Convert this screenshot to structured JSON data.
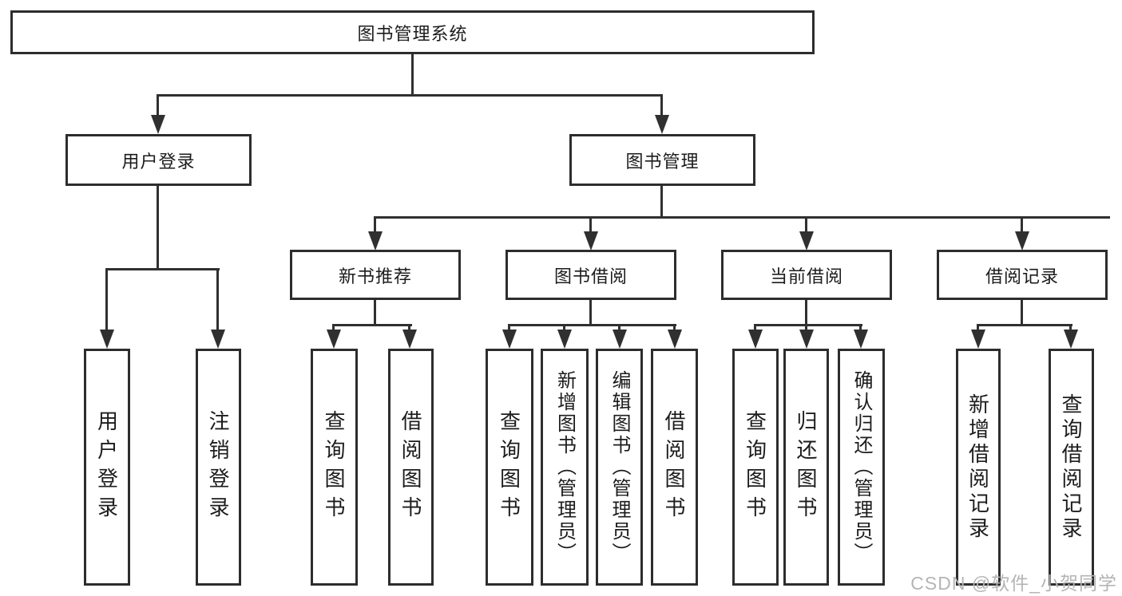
{
  "watermark": "CSDN @软件_小贺同学",
  "colors": {
    "line": "#303030",
    "box_border": "#2d2d2d",
    "text": "#1c1c1c",
    "watermark": "#b5b5b5",
    "background": "#ffffff"
  },
  "tree": {
    "root": {
      "label": "图书管理系统"
    },
    "branches": [
      {
        "label": "用户登录",
        "children": [
          {
            "label": "用户登录"
          },
          {
            "label": "注销登录"
          }
        ]
      },
      {
        "label": "图书管理",
        "children": [
          {
            "label": "新书推荐",
            "children": [
              {
                "label": "查询图书"
              },
              {
                "label": "借阅图书"
              }
            ]
          },
          {
            "label": "图书借阅",
            "children": [
              {
                "label": "查询图书"
              },
              {
                "label": "新增图书（管理员）"
              },
              {
                "label": "编辑图书（管理员）"
              },
              {
                "label": "借阅图书"
              }
            ]
          },
          {
            "label": "当前借阅",
            "children": [
              {
                "label": "查询图书"
              },
              {
                "label": "归还图书"
              },
              {
                "label": "确认归还（管理员）"
              }
            ]
          },
          {
            "label": "借阅记录",
            "children": [
              {
                "label": "新增借阅记录"
              },
              {
                "label": "查询借阅记录"
              }
            ]
          }
        ]
      }
    ]
  }
}
